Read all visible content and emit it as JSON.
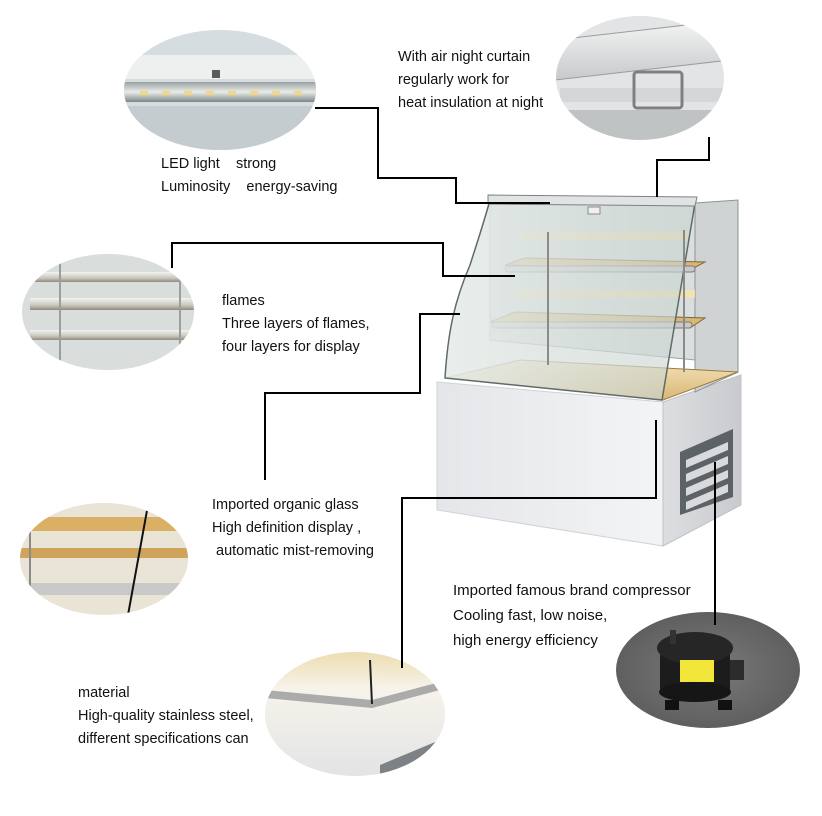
{
  "features": {
    "led": {
      "lines": [
        "LED light    strong",
        "Luminosity    energy-saving"
      ]
    },
    "curtain": {
      "lines": [
        "With air night curtain",
        "regularly work for",
        "heat insulation at night"
      ]
    },
    "shelves": {
      "lines": [
        "flames",
        "Three layers of flames,",
        "four layers for display"
      ]
    },
    "glass": {
      "lines": [
        "Imported organic glass",
        "High definition display ,",
        " automatic mist-removing"
      ]
    },
    "compressor": {
      "lines": [
        "Imported famous brand compressor",
        "Cooling fast, low noise,",
        "high energy efficiency"
      ]
    },
    "material": {
      "lines": [
        "material",
        "High-quality stainless steel,",
        "different specifications can"
      ]
    }
  },
  "colors": {
    "leader_line": "#000000",
    "cabinet_base": "#ecedef",
    "cabinet_side": "#d4d6da",
    "glass_tint": "#dfe8e4",
    "warm_light": "#e8c98c",
    "compressor_bg": "#6b6b6b",
    "compressor_body": "#1c1c1c",
    "compressor_label": "#f2e63a"
  }
}
